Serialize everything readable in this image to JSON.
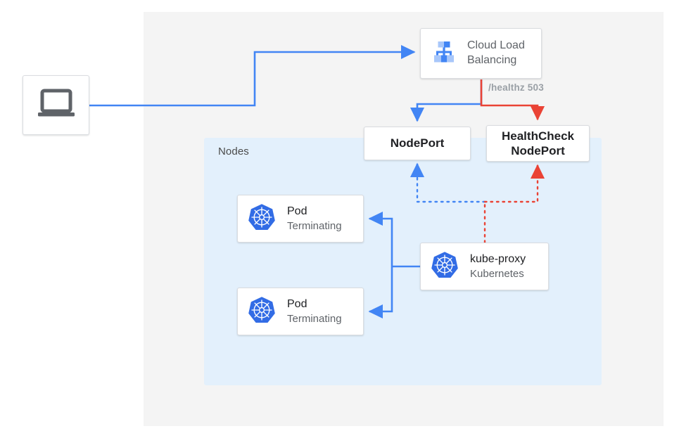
{
  "diagram": {
    "title": "Kubernetes NodePort health check with terminating pods",
    "colors": {
      "blue": "#4285F4",
      "red": "#EA4335",
      "panel_outer": "#F4F4F4",
      "panel_nodes": "#E3F0FC",
      "card_bg": "#FFFFFF",
      "card_border": "#DADCE0",
      "text_dark": "#202124",
      "text_muted": "#5F6368",
      "label_gray": "#9AA0A6"
    }
  },
  "nodes_panel": {
    "label": "Nodes"
  },
  "client": {
    "icon": "laptop-icon"
  },
  "cloud_load_balancing": {
    "icon": "cloud-load-balancing-icon",
    "title_line1": "Cloud Load",
    "title_line2": "Balancing"
  },
  "healthz_label": {
    "text": "/healthz 503"
  },
  "nodeport": {
    "label": "NodePort"
  },
  "healthcheck_nodeport": {
    "label_line1": "HealthCheck",
    "label_line2": "NodePort"
  },
  "pods": [
    {
      "icon": "kubernetes-icon",
      "title": "Pod",
      "status": "Terminating"
    },
    {
      "icon": "kubernetes-icon",
      "title": "Pod",
      "status": "Terminating"
    }
  ],
  "kube_proxy": {
    "icon": "kubernetes-icon",
    "title": "kube-proxy",
    "subtitle": "Kubernetes"
  }
}
